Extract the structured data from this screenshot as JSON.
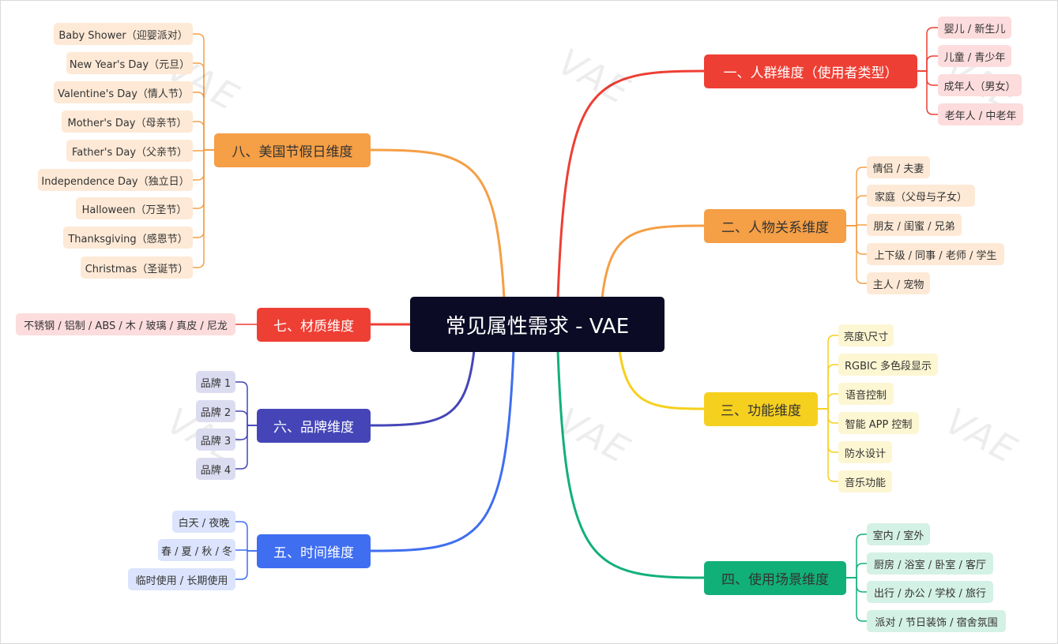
{
  "center": {
    "label": "常见属性需求 - VAE"
  },
  "watermark": "VAE",
  "branches": [
    {
      "id": "b1",
      "label": "一、人群维度（使用者类型）",
      "color": "#ee3f34",
      "text_color": "#ffffff",
      "leaf_bg": "#fcdcdc",
      "items": [
        "婴儿 / 新生儿",
        "儿童 / 青少年",
        "成年人（男女）",
        "老年人 / 中老年"
      ]
    },
    {
      "id": "b2",
      "label": "二、人物关系维度",
      "color": "#f59f46",
      "text_color": "#333333",
      "leaf_bg": "#fde9d6",
      "items": [
        "情侣 / 夫妻",
        "家庭（父母与子女）",
        "朋友 / 闺蜜 / 兄弟",
        "上下级 / 同事 / 老师 / 学生",
        "主人 / 宠物"
      ]
    },
    {
      "id": "b3",
      "label": "三、功能维度",
      "color": "#f6d01f",
      "text_color": "#333333",
      "leaf_bg": "#fdf6d2",
      "items": [
        "亮度\\尺寸",
        "RGBIC 多色段显示",
        "语音控制",
        "智能 APP 控制",
        "防水设计",
        "音乐功能"
      ]
    },
    {
      "id": "b4",
      "label": "四、使用场景维度",
      "color": "#12b079",
      "text_color": "#333333",
      "leaf_bg": "#d4f1e5",
      "items": [
        "室内 / 室外",
        "厨房 / 浴室 / 卧室 / 客厅",
        "出行 / 办公 / 学校 / 旅行",
        "派对 / 节日装饰 / 宿舍氛围"
      ]
    },
    {
      "id": "b5",
      "label": "五、时间维度",
      "color": "#3f6ef0",
      "text_color": "#ffffff",
      "leaf_bg": "#dbe4fc",
      "items": [
        "白天 / 夜晚",
        "春 / 夏 / 秋 / 冬",
        "临时使用 / 长期使用"
      ]
    },
    {
      "id": "b6",
      "label": "六、品牌维度",
      "color": "#4545b8",
      "text_color": "#ffffff",
      "leaf_bg": "#dcdcf1",
      "items": [
        "品牌 1",
        "品牌 2",
        "品牌 3",
        "品牌 4"
      ]
    },
    {
      "id": "b7",
      "label": "七、材质维度",
      "color": "#ee3f34",
      "text_color": "#ffffff",
      "leaf_bg": "#fcdcdc",
      "items": [
        "不锈钢 / 铝制 / ABS / 木 / 玻璃 / 真皮 / 尼龙"
      ]
    },
    {
      "id": "b8",
      "label": "八、美国节假日维度",
      "color": "#f59f46",
      "text_color": "#333333",
      "leaf_bg": "#fde9d6",
      "items": [
        "Baby Shower（迎婴派对）",
        "New Year's Day（元旦）",
        "Valentine's Day（情人节）",
        "Mother's Day（母亲节）",
        "Father's Day（父亲节）",
        "Independence Day（独立日）",
        "Halloween（万圣节）",
        "Thanksgiving（感恩节）",
        "Christmas（圣诞节）"
      ]
    }
  ]
}
